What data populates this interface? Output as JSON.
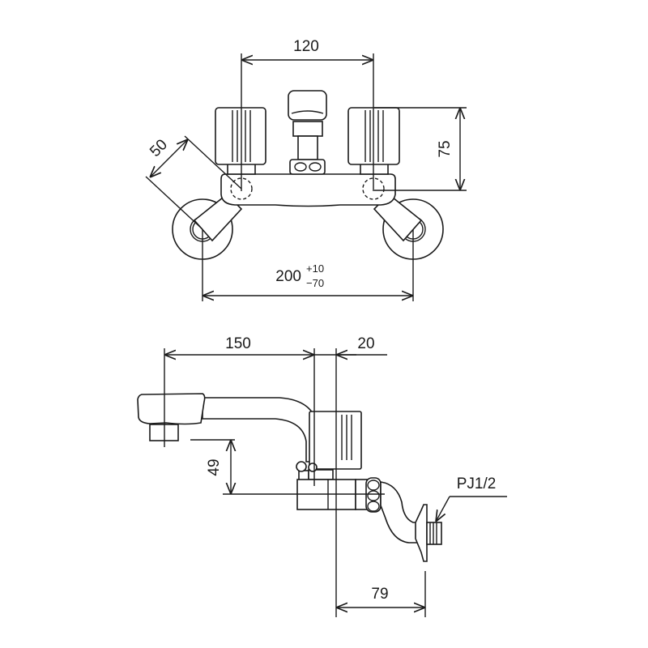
{
  "front_view": {
    "dim_handle_spacing": "120",
    "dim_height": "75",
    "dim_arm": "50",
    "dim_mount_spacing": "200",
    "tolerance_plus": "+10",
    "tolerance_minus": "−70"
  },
  "side_view": {
    "dim_spout_reach": "150",
    "dim_offset": "20",
    "dim_spout_height": "49",
    "dim_wall": "79",
    "thread_label": "PJ1/2"
  }
}
